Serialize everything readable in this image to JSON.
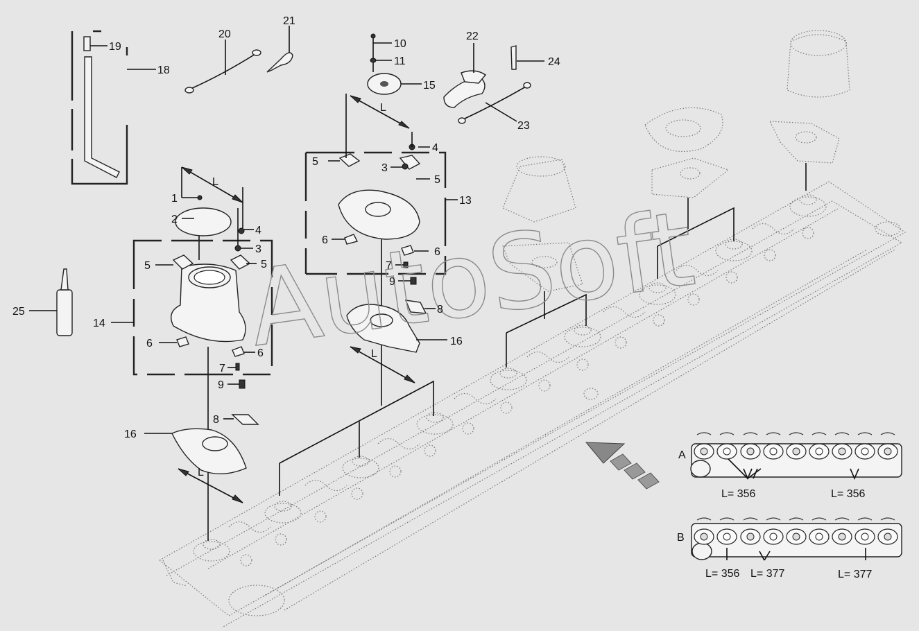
{
  "watermark": "AutoSoft",
  "callouts": {
    "c18": "18",
    "c19": "19",
    "c20": "20",
    "c21": "21",
    "c10": "10",
    "c11": "11",
    "c15": "15",
    "c22": "22",
    "c23": "23",
    "c24": "24",
    "c4a": "4",
    "c3a": "3",
    "c5a": "5",
    "c5b": "5",
    "c13": "13",
    "c6a": "6",
    "c6b": "6",
    "c7a": "7",
    "c9a": "9",
    "c8a": "8",
    "c16a": "16",
    "c1": "1",
    "c2": "2",
    "c4b": "4",
    "c3b": "3",
    "c5c": "5",
    "c5d": "5",
    "c14": "14",
    "c6c": "6",
    "c6d": "6",
    "c7b": "7",
    "c9b": "9",
    "c8b": "8",
    "c16b": "16",
    "c25": "25"
  },
  "dimension_L": "L",
  "inset": {
    "variant_a": {
      "letter": "A",
      "left_len": "L= 356",
      "right_len": "L= 356"
    },
    "variant_b": {
      "letter": "B",
      "len_1": "L= 356",
      "len_2": "L= 377",
      "len_3": "L= 377"
    }
  }
}
